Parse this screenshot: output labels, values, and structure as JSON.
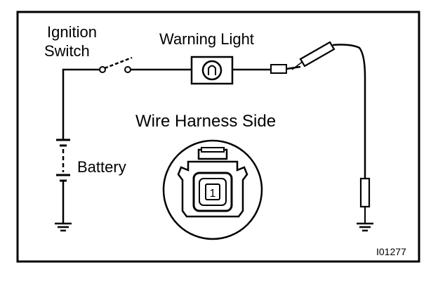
{
  "diagram": {
    "labels": {
      "ignition_line1": "Ignition",
      "ignition_line2": "Switch",
      "warning_light": "Warning Light",
      "battery": "Battery",
      "wire_harness_side": "Wire Harness Side",
      "connector_pin": "1",
      "figure_code": "I01277"
    },
    "colors": {
      "ink": "#000000",
      "paper": "#ffffff"
    },
    "icons": {
      "ignition_switch": "open-switch-icon",
      "warning_light": "bulb-icon",
      "battery": "battery-icon",
      "ground": "ground-icon",
      "connector": "connector-icon"
    }
  }
}
